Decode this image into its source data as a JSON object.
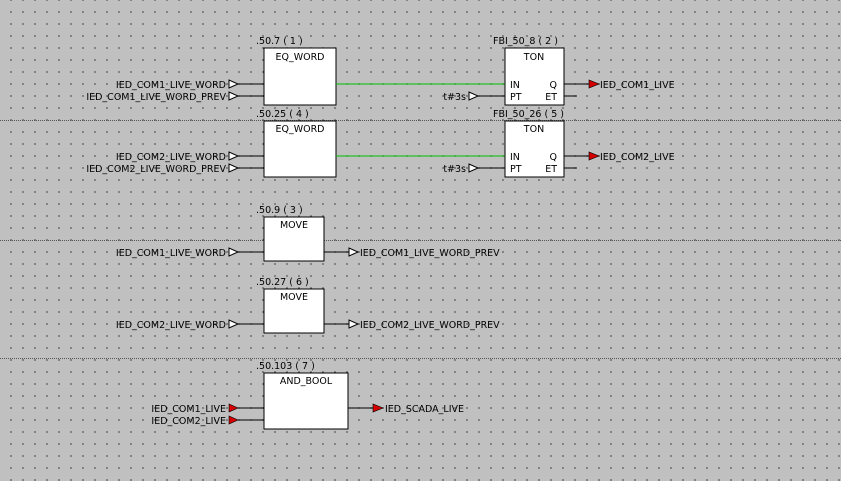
{
  "blocks": [
    {
      "id": "eq1",
      "header": ".50.7 ( 1 )",
      "title": "EQ_WORD"
    },
    {
      "id": "ton1",
      "header": "FBI_50_8 ( 2 )",
      "title": "TON",
      "pins": {
        "in": "IN",
        "pt": "PT",
        "q": "Q",
        "et": "ET"
      }
    },
    {
      "id": "eq2",
      "header": ".50.25 ( 4 )",
      "title": "EQ_WORD"
    },
    {
      "id": "ton2",
      "header": "FBI_50_26 ( 5 )",
      "title": "TON",
      "pins": {
        "in": "IN",
        "pt": "PT",
        "q": "Q",
        "et": "ET"
      }
    },
    {
      "id": "move1",
      "header": ".50.9 ( 3 )",
      "title": "MOVE"
    },
    {
      "id": "move2",
      "header": ".50.27 ( 6 )",
      "title": "MOVE"
    },
    {
      "id": "and1",
      "header": ".50.103 ( 7 )",
      "title": "AND_BOOL"
    }
  ],
  "inputs": {
    "eq1_a": "IED_COM1_LIVE_WORD",
    "eq1_b": "IED_COM1_LIVE_WORD_PREV",
    "eq2_a": "IED_COM2_LIVE_WORD",
    "eq2_b": "IED_COM2_LIVE_WORD_PREV",
    "ton1_pt": "t#3s",
    "ton2_pt": "t#3s",
    "move1_in": "IED_COM1_LIVE_WORD",
    "move2_in": "IED_COM2_LIVE_WORD",
    "and_a": "IED_COM1_LIVE",
    "and_b": "IED_COM2_LIVE"
  },
  "outputs": {
    "ton1_q": "IED_COM1_LIVE",
    "ton2_q": "IED_COM2_LIVE",
    "move1_out": "IED_COM1_LIVE_WORD_PREV",
    "move2_out": "IED_COM2_LIVE_WORD_PREV",
    "and_out": "IED_SCADA_LIVE"
  }
}
